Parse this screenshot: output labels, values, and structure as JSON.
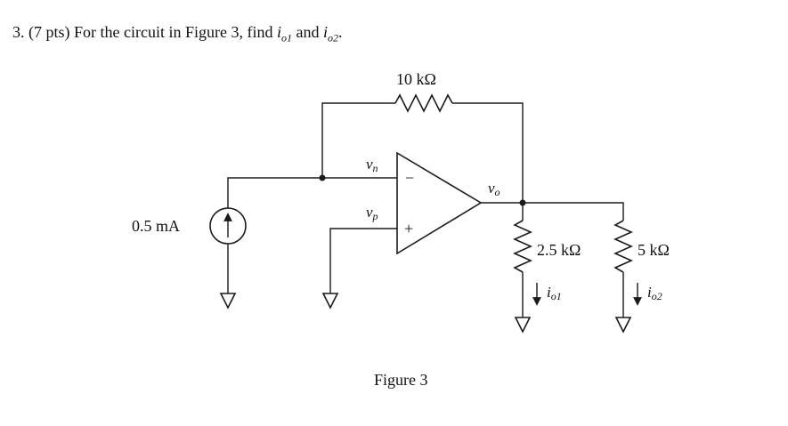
{
  "problem": {
    "number": "3.",
    "points": "(7 pts)",
    "text_before": "For the circuit in Figure 3, find",
    "var1_base": "i",
    "var1_sub": "o1",
    "conjunction": "and",
    "var2_base": "i",
    "var2_sub": "o2",
    "ending": "."
  },
  "circuit": {
    "feedback_resistor": "10 kΩ",
    "current_source": "0.5 mA",
    "node_vn": "n",
    "node_vp": "p",
    "node_vo": "o",
    "var_v": "v",
    "minus_sign": "−",
    "plus_sign": "+",
    "load1_resistor": "2.5 kΩ",
    "load2_resistor": "5 kΩ",
    "current1_base": "i",
    "current1_sub": "o1",
    "current2_base": "i",
    "current2_sub": "o2"
  },
  "figure_caption": "Figure 3",
  "colors": {
    "ink": "#1a1a1a",
    "background": "#ffffff"
  },
  "icons": {
    "source": "current-source-icon",
    "ground": "ground-icon",
    "resistor": "resistor-icon",
    "opamp": "opamp-icon"
  }
}
